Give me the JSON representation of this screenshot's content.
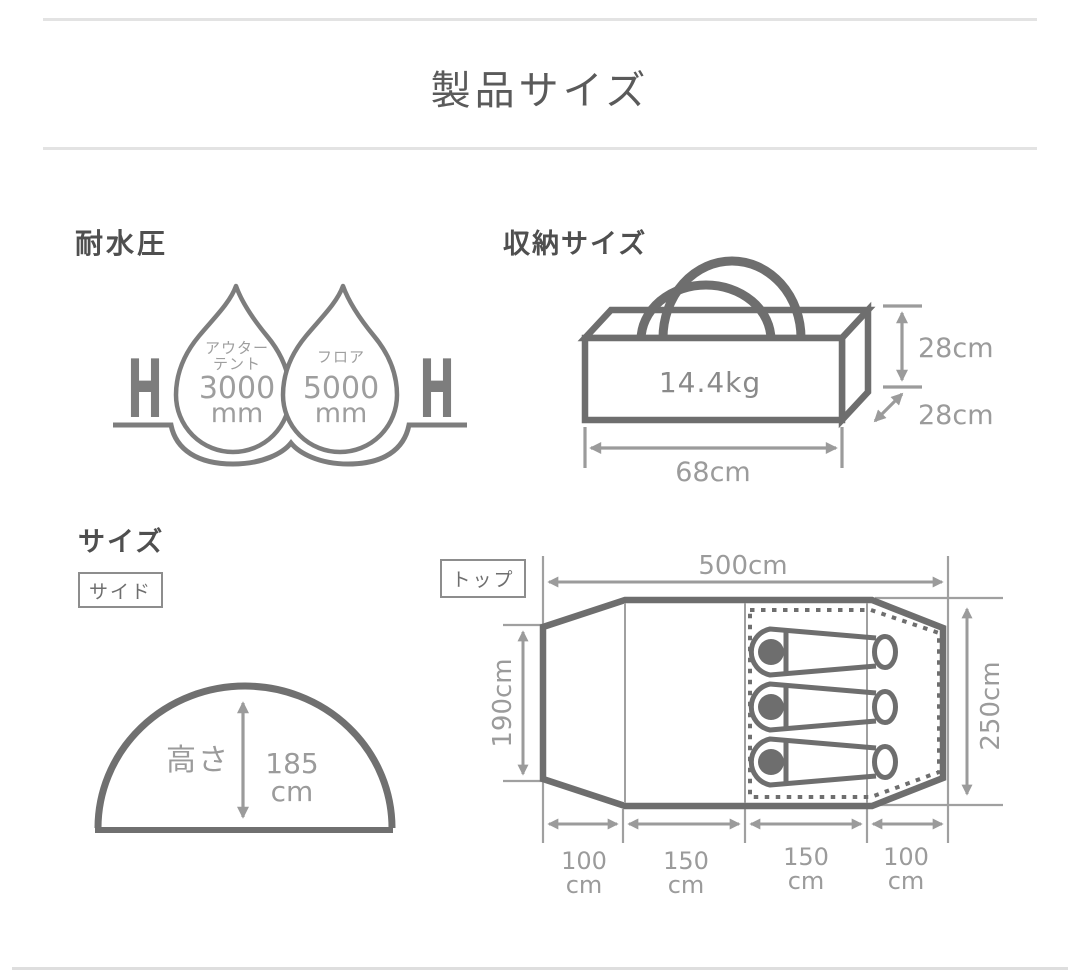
{
  "page": {
    "title": "製品サイズ"
  },
  "colors": {
    "outline_gray": "#6e6e6e",
    "icon_gray": "#7d7d7d",
    "dimension_gray": "#9b9b9b",
    "heading_gray": "#4f4f4f",
    "divider_gray": "#e3e3e3"
  },
  "sections": {
    "water_resistance": {
      "heading": "耐水圧",
      "left_marker": "H",
      "right_marker": "H",
      "drops": [
        {
          "label_lines": [
            "アウター",
            "テント"
          ],
          "value": "3000",
          "unit": "mm"
        },
        {
          "label_lines": [
            "フロア",
            ""
          ],
          "value": "5000",
          "unit": "mm"
        }
      ]
    },
    "storage": {
      "heading": "収納サイズ",
      "weight": "14.4kg",
      "height": "28cm",
      "depth": "28cm",
      "width": "68cm"
    },
    "size": {
      "heading": "サイズ",
      "side_tag": "サイド",
      "top_tag": "トップ",
      "side_view": {
        "height_label": "高さ",
        "height_value": "185",
        "height_unit": "cm"
      },
      "top_view": {
        "total_width": "500cm",
        "left_height": "190cm",
        "right_height": "250cm",
        "bottom_segments": [
          {
            "value": "100",
            "unit": "cm"
          },
          {
            "value": "150",
            "unit": "cm"
          },
          {
            "value": "150",
            "unit": "cm"
          },
          {
            "value": "100",
            "unit": "cm"
          }
        ]
      }
    }
  }
}
